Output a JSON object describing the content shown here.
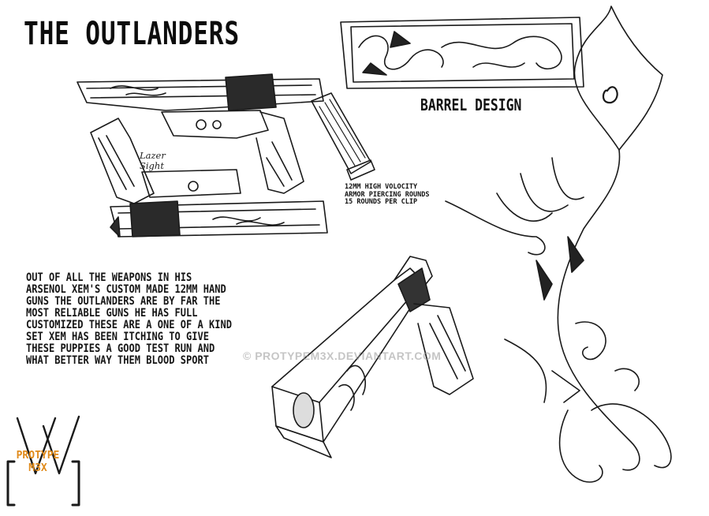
{
  "title": "THE OUTLANDERS",
  "barrel_label": "BARREL DESIGN",
  "description": "OUT OF ALL THE WEAPONS IN HIS\nARSENOL XEM'S CUSTOM MADE 12MM HAND\nGUNS THE OUTLANDERS ARE BY FAR THE\nMOST RELIABLE GUNS HE HAS FULL\nCUSTOMIZED THESE ARE A ONE OF A KIND\nSET XEM HAS BEEN ITCHING TO GIVE\nTHESE PUPPIES A GOOD TEST RUN AND\nWHAT BETTER WAY THEM BLOOD SPORT",
  "ammo_note": "12MM HIGH VOLOCITY\nARMOR PIERCING ROUNDS\n15 ROUNDS PER CLIP",
  "lazer_label": "Lazer\nSight",
  "watermark": "© PROTYPEM3X.DEVIANTART.COM",
  "logo": {
    "line1": "PROTYPE",
    "line2": "M3X"
  },
  "colors": {
    "ink": "#111111",
    "logo_accent": "#e08a1a",
    "watermark": "#969696"
  }
}
